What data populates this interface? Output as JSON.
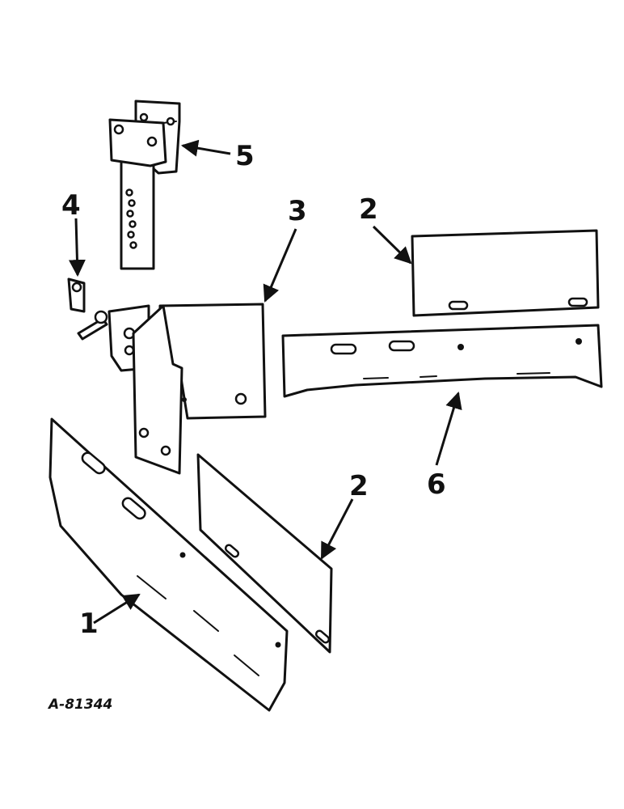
{
  "callouts": {
    "c1": "1",
    "c2a": "2",
    "c2b": "2",
    "c3": "3",
    "c4": "4",
    "c5": "5",
    "c6": "6"
  },
  "reference_code": "A-81344",
  "colors": {
    "ink": "#111111",
    "paper": "#ffffff"
  }
}
